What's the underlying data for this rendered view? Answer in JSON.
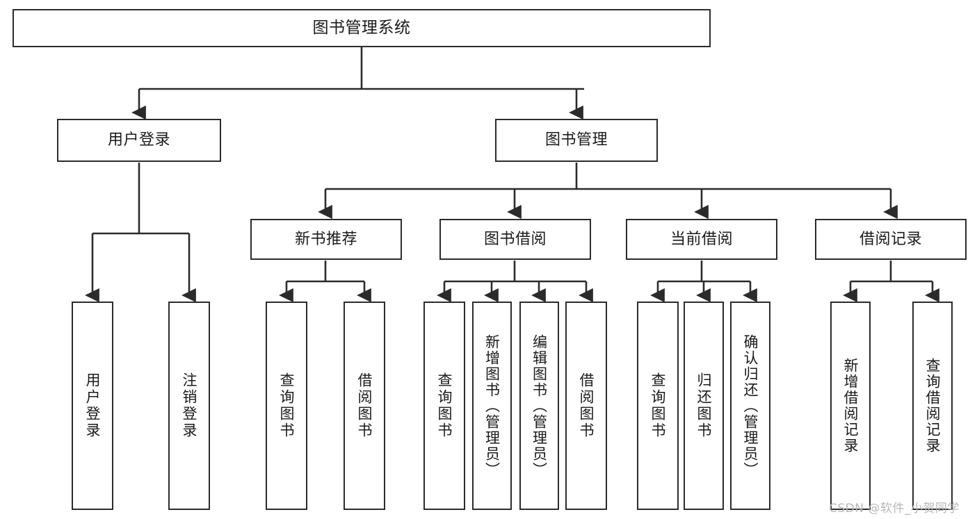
{
  "diagram": {
    "type": "tree-hierarchy",
    "title": "图书管理系统",
    "orientation": "top-down",
    "line_color": "#2b2b2b",
    "box_fill": "#ffffff",
    "text_color": "#1a1a1a"
  },
  "nodes": {
    "root": {
      "label": "图书管理系统"
    },
    "level2": [
      {
        "id": "user-login",
        "label": "用户登录"
      },
      {
        "id": "book-management",
        "label": "图书管理"
      }
    ],
    "level3": [
      {
        "id": "new-book-recommend",
        "label": "新书推荐"
      },
      {
        "id": "book-borrow",
        "label": "图书借阅"
      },
      {
        "id": "current-borrow",
        "label": "当前借阅"
      },
      {
        "id": "borrow-record",
        "label": "借阅记录"
      }
    ],
    "leaves": {
      "user_login": [
        {
          "id": "leaf-user-login",
          "label": "用户登录"
        },
        {
          "id": "leaf-logout-login",
          "label": "注销登录"
        }
      ],
      "new_book_recommend": [
        {
          "id": "leaf-query-book-1",
          "label": "查询图书"
        },
        {
          "id": "leaf-borrow-book-1",
          "label": "借阅图书"
        }
      ],
      "book_borrow": [
        {
          "id": "leaf-query-book-2",
          "label": "查询图书"
        },
        {
          "id": "leaf-add-book-admin",
          "label": "新增图书（管理员）"
        },
        {
          "id": "leaf-edit-book-admin",
          "label": "编辑图书（管理员）"
        },
        {
          "id": "leaf-borrow-book-2",
          "label": "借阅图书"
        }
      ],
      "current_borrow": [
        {
          "id": "leaf-query-book-3",
          "label": "查询图书"
        },
        {
          "id": "leaf-return-book",
          "label": "归还图书"
        },
        {
          "id": "leaf-confirm-return-admin",
          "label": "确认归还（管理员）"
        }
      ],
      "borrow_record": [
        {
          "id": "leaf-add-borrow-record",
          "label": "新增借阅记录"
        },
        {
          "id": "leaf-query-borrow-record",
          "label": "查询借阅记录"
        }
      ]
    }
  },
  "watermark": {
    "text": "CSDN @软件_小贺同学"
  }
}
